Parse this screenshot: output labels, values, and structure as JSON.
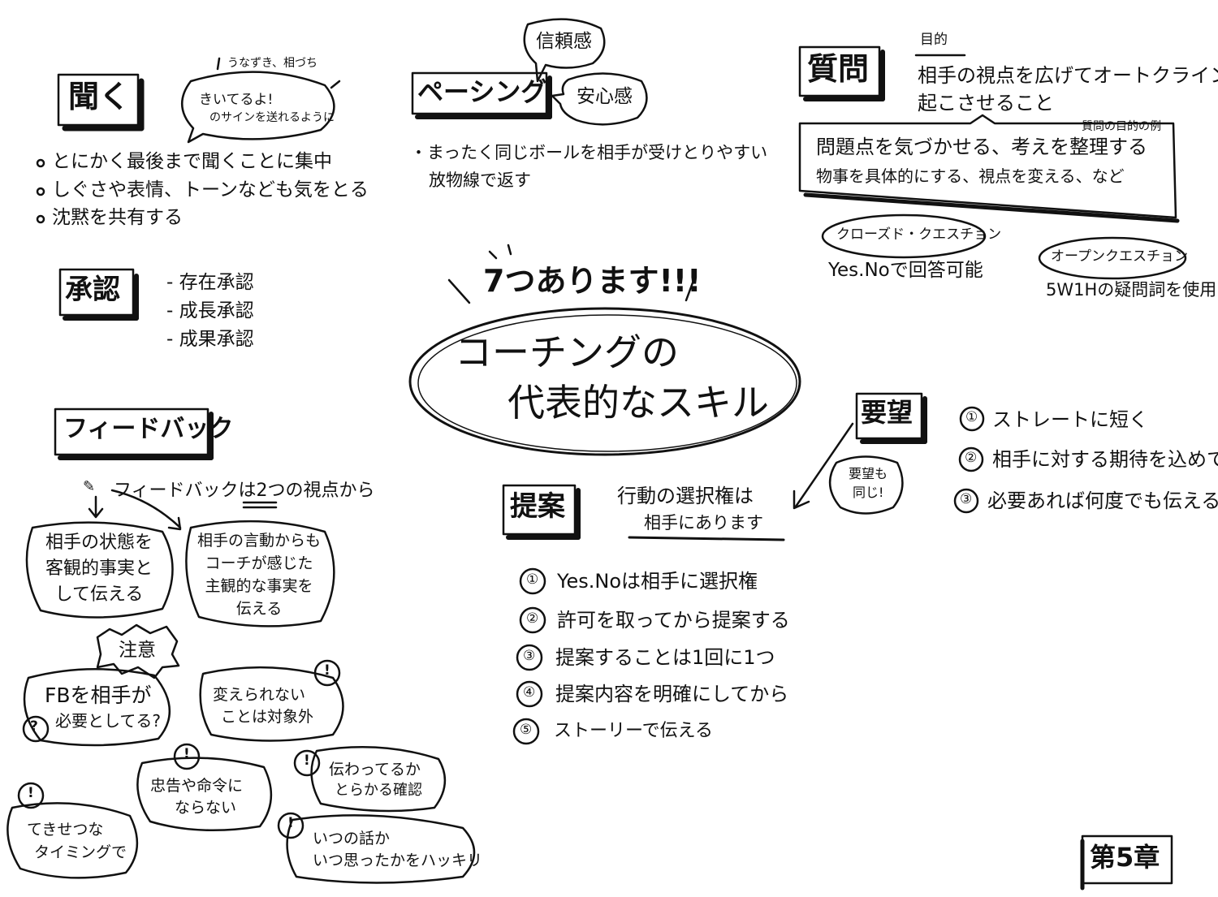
{
  "center": {
    "callout": "7つあります!!!",
    "title_line1": "コーチングの",
    "title_line2": "代表的なスキル"
  },
  "kiku": {
    "title": "聞く",
    "aside": "うなずき、相づち",
    "bubble_line1": "きいてるよ!",
    "bubble_line2": "のサインを送れるように",
    "bullets": [
      "とにかく最後まで聞くことに集中",
      "しぐさや表情、トーンなども気をとる",
      "沈黙を共有する"
    ]
  },
  "shonin": {
    "title": "承認",
    "items": [
      "- 存在承認",
      "- 成長承認",
      "- 成果承認"
    ]
  },
  "pacing": {
    "title": "ペーシング",
    "bubble1": "信頼感",
    "bubble2": "安心感",
    "text_line1": "・まったく同じボールを相手が受けとりやすい",
    "text_line2": "放物線で返す"
  },
  "shitsumon": {
    "title": "質問",
    "purpose_label": "目的",
    "purpose_line1": "相手の視点を広げてオートクラインを",
    "purpose_line2": "起こさせること",
    "example_label": "質問の目的の例",
    "box_line1": "問題点を気づかせる、考えを整理する",
    "box_line2": "物事を具体的にする、視点を変える、など",
    "closed_label": "クローズド・クエスチョン",
    "closed_desc": "Yes.Noで回答可能",
    "open_label": "オープンクエスチョン",
    "open_desc": "5W1Hの疑問詞を使用"
  },
  "feedback": {
    "title": "フィードバック",
    "lead": "フィードバックは2つの視点から",
    "left_line1": "相手の状態を",
    "left_line2": "客観的事実と",
    "left_line3": "して伝える",
    "right_line1": "相手の言動からも",
    "right_line2": "コーチが感じた",
    "right_line3": "主観的な事実を",
    "right_line4": "伝える",
    "caution": "注意",
    "note1_line1": "FBを相手が",
    "note1_line2": "必要としてる?",
    "note2_line1": "変えられない",
    "note2_line2": "ことは対象外",
    "note3_line1": "忠告や命令に",
    "note3_line2": "ならない",
    "note4_line1": "伝わってるか",
    "note4_line2": "とらかる確認",
    "note5_line1": "てきせつな",
    "note5_line2": "タイミングで",
    "note6_line1": "いつの話か",
    "note6_line2": "いつ思ったかをハッキリ"
  },
  "yobo": {
    "title": "要望",
    "side_note_line1": "要望も",
    "side_note_line2": "同じ!",
    "items": [
      "ストレートに短く",
      "相手に対する期待を込めて",
      "必要あれば何度でも伝える"
    ]
  },
  "teian": {
    "title": "提案",
    "header_line1": "行動の選択権は",
    "header_line2": "相手にあります",
    "items": [
      "Yes.Noは相手に選択権",
      "許可を取ってから提案する",
      "提案することは1回に1つ",
      "提案内容を明確にしてから",
      "ストーリーで伝える"
    ]
  },
  "nums": [
    "①",
    "②",
    "③",
    "④",
    "⑤"
  ],
  "chapter": "第5章"
}
